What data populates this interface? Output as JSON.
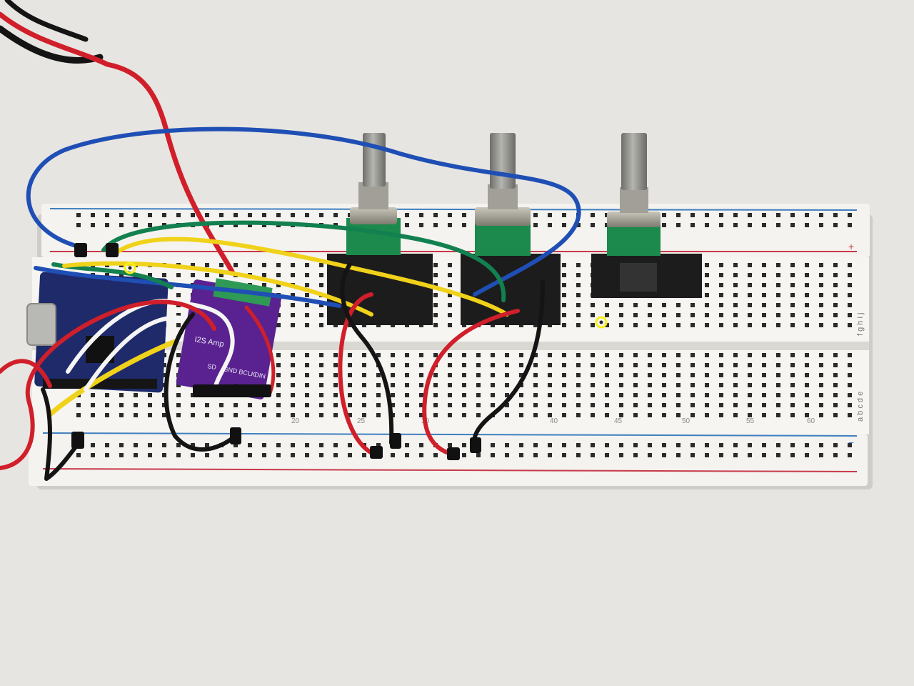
{
  "photo": {
    "subject": "breadboard-circuit",
    "colors": {
      "background": "#e7e5e1",
      "breadboard": "#f4f3ef",
      "breadboard_shadow": "#cfcdc8",
      "rail_red": "#c83a4a",
      "rail_blue": "#3f7fc0",
      "hole": "#2b2b2b",
      "wire_red": "#d01f2a",
      "wire_black": "#141414",
      "wire_blue": "#1f4fb5",
      "wire_green": "#138050",
      "wire_yellow": "#f0d21a",
      "wire_white": "#f5f5f5",
      "pcb_green": "#1b8a4c",
      "pcb_black": "#1c1c1c",
      "pcb_purple": "#5a2290",
      "mcu_board": "#1e2a6a",
      "metal_shaft": "#8f8f8b",
      "marker": "#f7f01a"
    },
    "breadboard": {
      "rail_markers": {
        "plus": "+",
        "minus": "−"
      },
      "row_letters_upper": "f g h i j",
      "row_letters_lower": "a b c d e",
      "column_numbers": [
        "20",
        "25",
        "30",
        "40",
        "45",
        "50",
        "55",
        "60"
      ]
    },
    "modules": [
      {
        "kind": "microcontroller-board",
        "icon": "usb-c-port-icon"
      },
      {
        "kind": "i2s-amplifier-board",
        "label": "I2S Amp",
        "pins": [
          "SD",
          "GND",
          "BCLK",
          "DIN"
        ]
      },
      {
        "kind": "rotary-encoder"
      },
      {
        "kind": "rotary-encoder"
      },
      {
        "kind": "rotary-encoder"
      }
    ],
    "markers": [
      {
        "kind": "highlight-circle",
        "color": "#f7f01a"
      },
      {
        "kind": "highlight-circle",
        "color": "#f7f01a"
      }
    ]
  }
}
